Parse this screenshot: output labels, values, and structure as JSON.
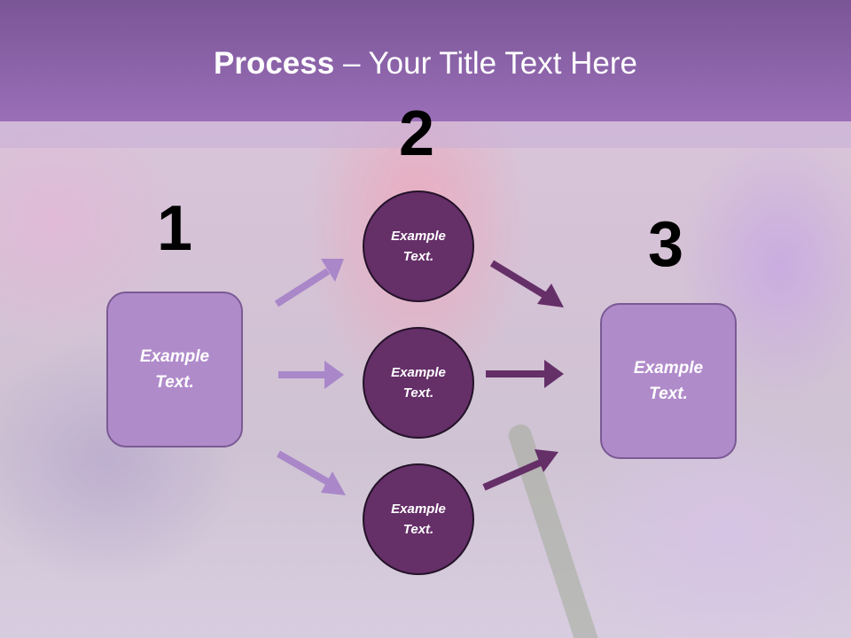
{
  "slide": {
    "title_bold": "Process",
    "title_rest": " – Your Title Text Here",
    "steps": [
      {
        "number": "1",
        "label_line1": "Example",
        "label_line2": "Text."
      },
      {
        "number": "2"
      },
      {
        "number": "3",
        "label_line1": "Example",
        "label_line2": "Text."
      }
    ],
    "circles": [
      {
        "label_line1": "Example",
        "label_line2": "Text."
      },
      {
        "label_line1": "Example",
        "label_line2": "Text."
      },
      {
        "label_line1": "Example",
        "label_line2": "Text."
      }
    ]
  },
  "colors": {
    "header": "#9a6fb8",
    "box_fill": "#b08bca",
    "circle_fill": "#652f68",
    "arrow_light": "#a987c9",
    "arrow_dark": "#652f68"
  }
}
